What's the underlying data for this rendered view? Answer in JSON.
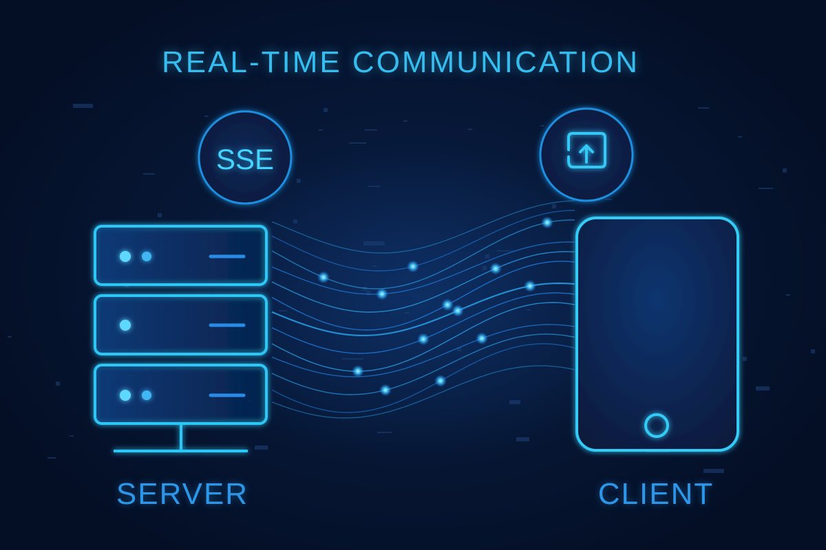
{
  "title": "REAL-TIME COMMUNICATION",
  "server": {
    "label": "SERVER",
    "badge_text": "SSE",
    "icon": "server-rack-icon"
  },
  "client": {
    "label": "CLIENT",
    "badge_icon": "upload-box-icon",
    "icon": "tablet-icon"
  },
  "colors": {
    "background": "#05122b",
    "accent": "#36bdf0",
    "label": "#2c97e8",
    "stroke": "#2fc6f5"
  }
}
